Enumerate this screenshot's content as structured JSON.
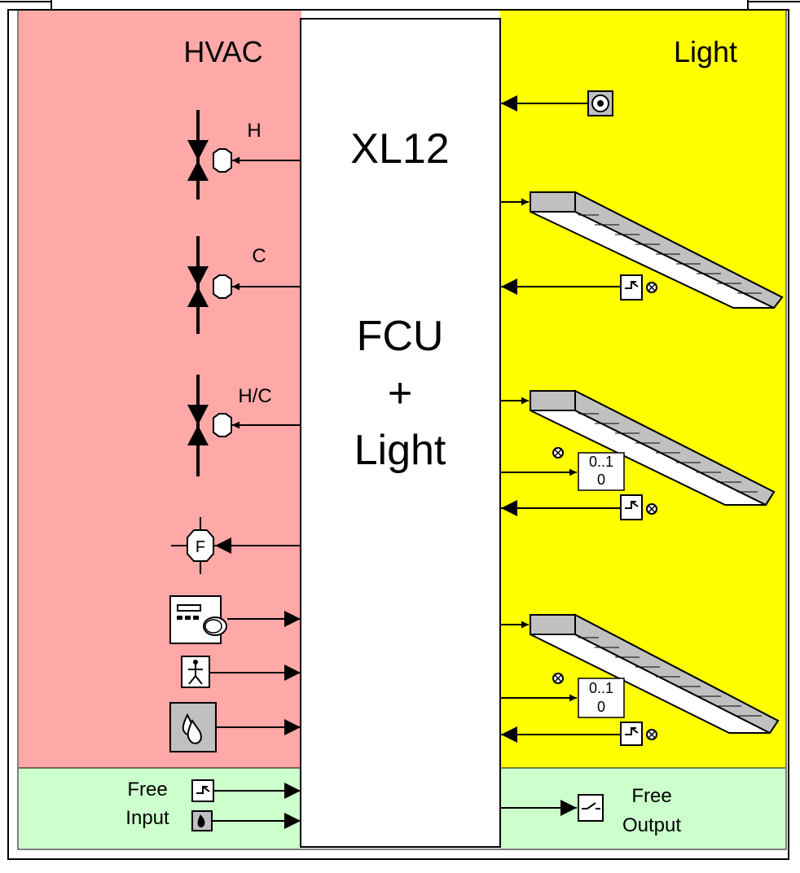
{
  "sections": {
    "hvac_title": "HVAC",
    "light_title": "Light"
  },
  "controller": {
    "model": "XL12",
    "line1": "FCU",
    "line2": "+",
    "line3": "Light"
  },
  "valves": {
    "heating": "H",
    "cooling": "C",
    "heat_cool": "H/C"
  },
  "fan": {
    "label": "F"
  },
  "free_input": {
    "line1": "Free",
    "line2": "Input"
  },
  "free_output": {
    "line1": "Free",
    "line2": "Output"
  },
  "dimmers": [
    {
      "line1": "0..1",
      "line2": "0"
    },
    {
      "line1": "0..1",
      "line2": "0"
    }
  ],
  "colors": {
    "hvac_bg": "#FFA8A8",
    "light_bg": "#FFFF00",
    "free_bg": "#CCFFCC",
    "controller_bg": "#FFFFFF",
    "device_gray": "#C0C0C0"
  }
}
